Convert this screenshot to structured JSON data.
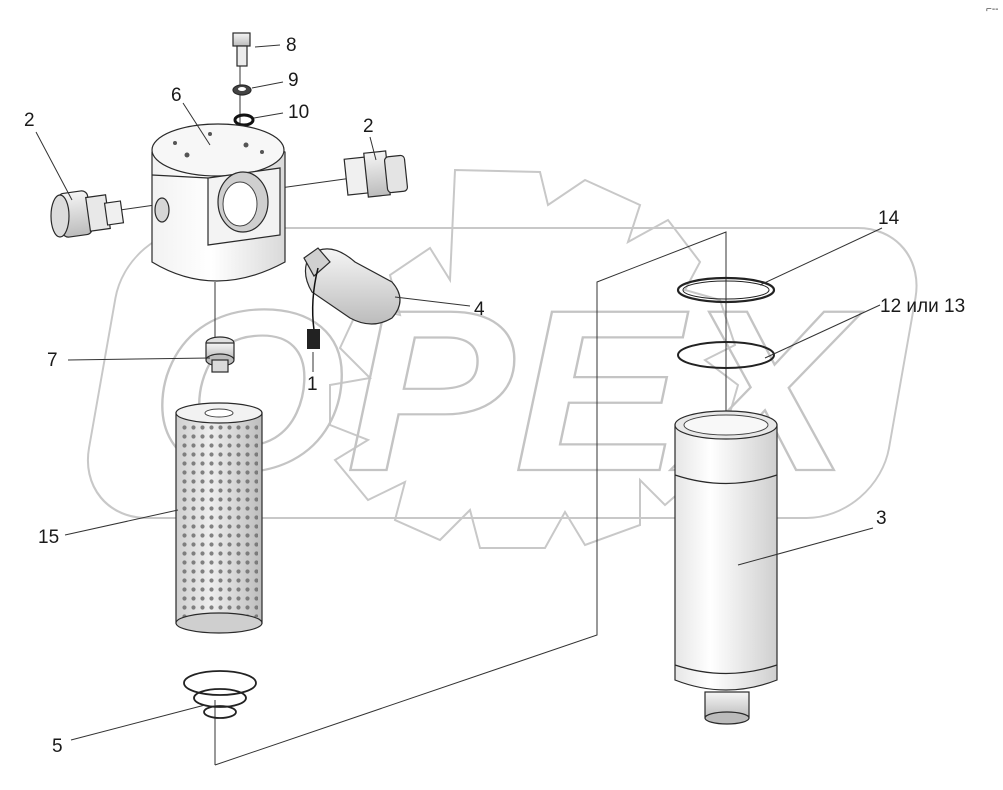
{
  "corner_mark": "⌐--",
  "watermark": {
    "text": "OPEX"
  },
  "callouts": {
    "c1": "1",
    "c2_left": "2",
    "c2_right": "2",
    "c3": "3",
    "c4": "4",
    "c5": "5",
    "c6": "6",
    "c7": "7",
    "c8": "8",
    "c9": "9",
    "c10": "10",
    "c12_13": "12 или 13",
    "c14": "14",
    "c15": "15"
  }
}
